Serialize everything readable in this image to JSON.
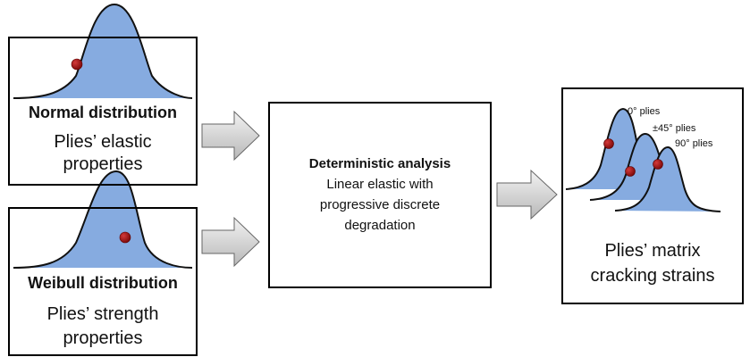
{
  "inputs": {
    "normal": {
      "title": "Normal distribution",
      "line1": "Plies’ elastic",
      "line2": "properties"
    },
    "weibull": {
      "title": "Weibull distribution",
      "line1": "Plies’ strength",
      "line2": "properties"
    }
  },
  "analysis": {
    "title": "Deterministic analysis",
    "line1": "Linear elastic with",
    "line2": "progressive discrete",
    "line3": "degradation"
  },
  "output": {
    "line1": "Plies’ matrix",
    "line2": "cracking strains",
    "curves": [
      {
        "label": "0° plies"
      },
      {
        "label": "±45° plies"
      },
      {
        "label": "90° plies"
      }
    ]
  },
  "colors": {
    "fill": "#86ABE0",
    "dot": "#9B1111",
    "arrow": "#D8D8D8"
  }
}
